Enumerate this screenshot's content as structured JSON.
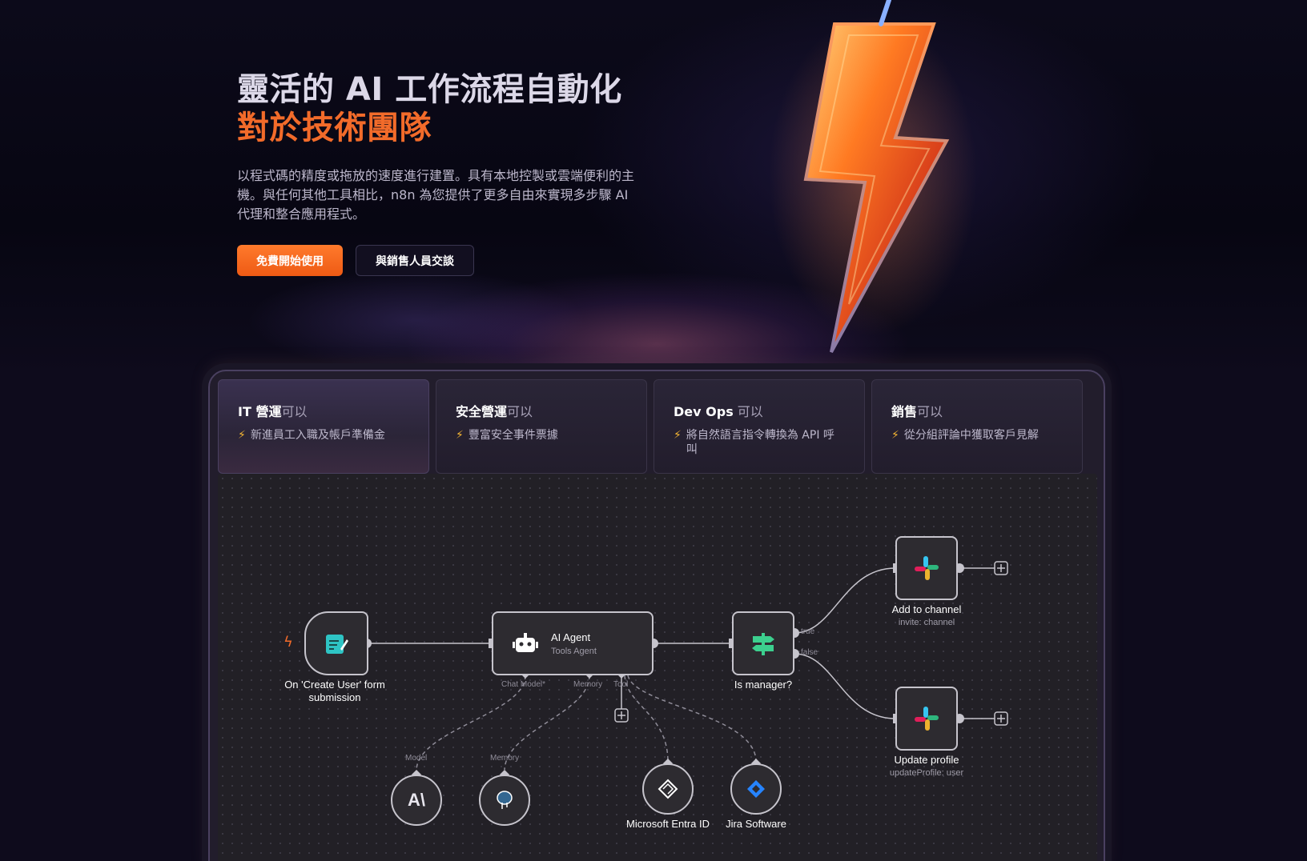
{
  "hero": {
    "title_line1": "靈活的 AI 工作流程自動化",
    "title_line2": "對於技術團隊",
    "description": "以程式碼的精度或拖放的速度進行建置。具有本地控製或雲端便利的主機。與任何其他工具相比，n8n 為您提供了更多自由來實現多步驟 AI 代理和整合應用程式。",
    "cta_primary": "免費開始使用",
    "cta_secondary": "與銷售人員交談"
  },
  "tabs": [
    {
      "title": "IT 營運",
      "suffix": "可以",
      "desc": "新進員工入職及帳戶準備金",
      "active": true
    },
    {
      "title": "安全營運",
      "suffix": "可以",
      "desc": "豐富安全事件票據",
      "active": false
    },
    {
      "title": "Dev Ops",
      "suffix": " 可以",
      "desc": "將自然語言指令轉換為 API 呼叫",
      "active": false
    },
    {
      "title": "銷售",
      "suffix": "可以",
      "desc": "從分組評論中獲取客戶見解",
      "active": false
    }
  ],
  "workflow": {
    "trigger": {
      "label": "On 'Create User' form submission"
    },
    "agent": {
      "title": "AI Agent",
      "subtitle": "Tools Agent",
      "ports": [
        "Chat Model*",
        "Memory",
        "Tool"
      ]
    },
    "switch": {
      "label": "Is manager?",
      "outputs": [
        "true",
        "false"
      ]
    },
    "slack1": {
      "label": "Add to channel",
      "sub": "invite: channel"
    },
    "slack2": {
      "label": "Update profile",
      "sub": "updateProfile: user"
    },
    "sub_nodes": [
      {
        "port": "Model",
        "icon": "anthropic-icon"
      },
      {
        "port": "Memory",
        "icon": "postgres-icon"
      },
      {
        "label": "Microsoft Entra ID",
        "icon": "entra-id-icon"
      },
      {
        "label": "Jira Software",
        "icon": "jira-icon"
      }
    ]
  },
  "colors": {
    "accent": "#f26b2a",
    "background": "#0e0b1c",
    "canvas": "#222026"
  }
}
